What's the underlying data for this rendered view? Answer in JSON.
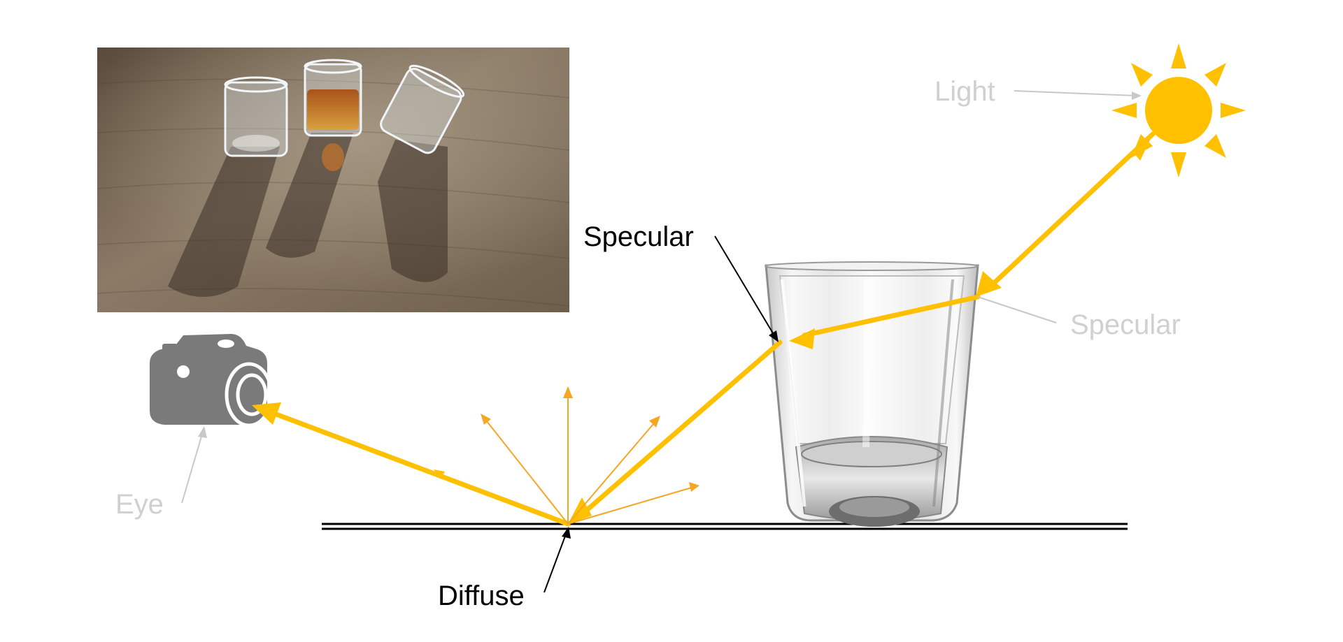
{
  "labels": {
    "light": "Light",
    "specular_top": "Specular",
    "specular_right": "Specular",
    "eye": "Eye",
    "diffuse": "Diffuse"
  },
  "colors": {
    "ray": "#FFC000",
    "ray_thin": "#F5A623",
    "label_light_gray": "#D0D0D0",
    "label_dark": "#000000",
    "sun": "#FFC000",
    "camera": "#7A7A7A",
    "pointer_gray": "#C8C8C8"
  },
  "icons": {
    "sun": "sun-icon",
    "camera": "camera-icon",
    "shot_glass": "shot-glass-illustration",
    "photo": "glasses-on-table-photo"
  }
}
